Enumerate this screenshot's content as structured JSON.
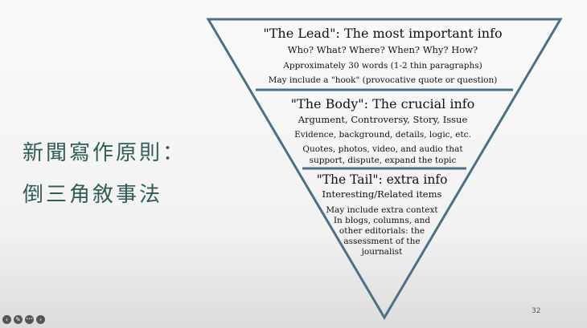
{
  "slide": {
    "title_line1": "新聞寫作原則：",
    "title_line2": "倒三角敘事法",
    "slide_number": "32"
  },
  "diagram": {
    "lead": {
      "heading": "\"The Lead\": The most important info",
      "lines": [
        "Who? What? Where? When? Why? How?",
        "Approximately 30 words (1-2 thin paragraphs)",
        "May include a \"hook\" (provocative quote or question)"
      ]
    },
    "body": {
      "heading": "\"The Body\": The crucial info",
      "lines": [
        "Argument, Controversy, Story, Issue",
        "Evidence, background, details, logic, etc.",
        "Quotes, photos, video, and audio that",
        "support, dispute, expand the topic"
      ]
    },
    "tail": {
      "heading": "\"The Tail\": extra info",
      "lines": [
        "Interesting/Related items",
        "May include extra context",
        "In blogs, columns, and",
        "other editorials: the",
        "assessment of the",
        "journalist"
      ]
    },
    "colors": {
      "outline": "#4a7084",
      "text": "#111111",
      "title": "#2f5d57"
    }
  },
  "toolbar": {
    "icons": [
      "previous-arrow-icon",
      "pen-tool-icon",
      "more-options-icon",
      "next-arrow-icon"
    ],
    "glyphs": [
      "‹",
      "✎",
      "•••",
      "›"
    ]
  }
}
